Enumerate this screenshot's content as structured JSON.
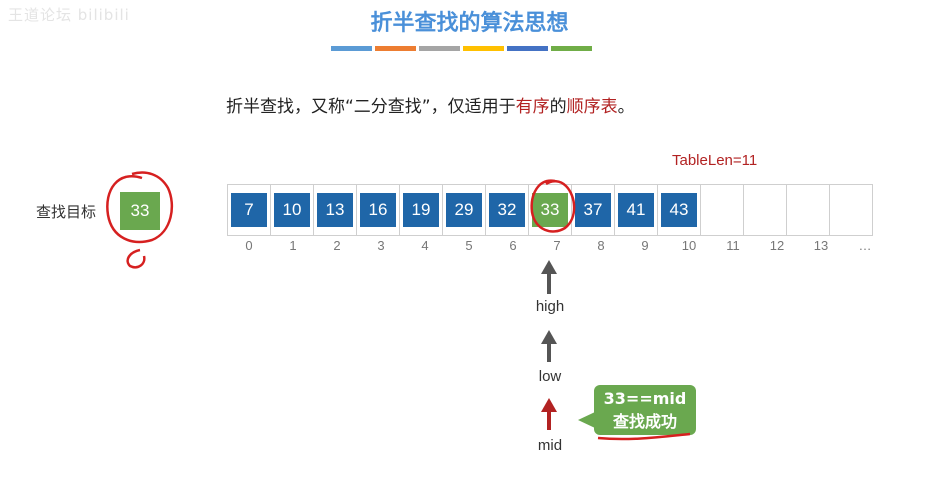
{
  "watermark": "王道论坛 bilibili",
  "title": "折半查找的算法思想",
  "color_bar": [
    "#5b9bd5",
    "#ed7d31",
    "#a5a5a5",
    "#ffc000",
    "#4472c4",
    "#70ad47"
  ],
  "intro": {
    "prefix": "折半查找，又称“二分查找”，仅适用于",
    "highlight1": "有序",
    "middle": "的",
    "highlight2": "顺序表",
    "suffix": "。"
  },
  "table_len_label": "TableLen=11",
  "target": {
    "label": "查找目标",
    "value": "33"
  },
  "array": {
    "values": [
      "7",
      "10",
      "13",
      "16",
      "19",
      "29",
      "32",
      "33",
      "37",
      "41",
      "43",
      "",
      "",
      "",
      ""
    ],
    "found_index": 7,
    "indexes": [
      "0",
      "1",
      "2",
      "3",
      "4",
      "5",
      "6",
      "7",
      "8",
      "9",
      "10",
      "11",
      "12",
      "13",
      "…"
    ]
  },
  "pointers": {
    "high": "high",
    "low": "low",
    "mid": "mid"
  },
  "callout": {
    "line1": "33==mid",
    "line2": "查找成功"
  }
}
